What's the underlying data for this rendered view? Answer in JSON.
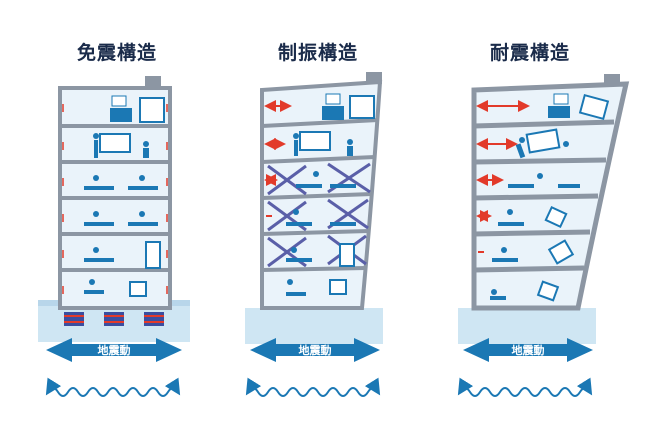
{
  "panels": [
    {
      "title": "免震構造",
      "ground_label": "地震動"
    },
    {
      "title": "制振構造",
      "ground_label": "地震動"
    },
    {
      "title": "耐震構造",
      "ground_label": "地震動"
    }
  ],
  "colors": {
    "frame": "#8c96a3",
    "floor_blue": "#dfeef8",
    "navy": "#1a2b4a",
    "accent_blue": "#1b78b4",
    "arrow_red": "#e23a2a",
    "brace_purple": "#5a5fa8",
    "base_light": "#cfe6f3",
    "isolator_stripe": "#3a4ea0"
  }
}
